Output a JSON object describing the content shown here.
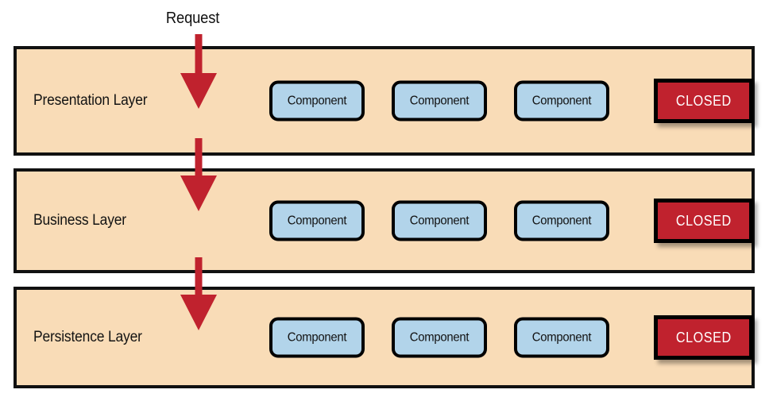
{
  "diagram": {
    "title_caption": "Request",
    "colors": {
      "layer_fill": "#f9dcb7",
      "layer_border": "#111111",
      "component_fill": "#b2d4ea",
      "component_border": "#000000",
      "closed_fill": "#c0222e",
      "closed_text": "#ffffff",
      "arrow": "#c0222e",
      "background": "#ffffff"
    },
    "layers": [
      {
        "label": "Presentation Layer",
        "components": [
          {
            "label": "Component"
          },
          {
            "label": "Component"
          },
          {
            "label": "Component"
          }
        ],
        "badge": "CLOSED"
      },
      {
        "label": "Business Layer",
        "components": [
          {
            "label": "Component"
          },
          {
            "label": "Component"
          },
          {
            "label": "Component"
          }
        ],
        "badge": "CLOSED"
      },
      {
        "label": "Persistence Layer",
        "components": [
          {
            "label": "Component"
          },
          {
            "label": "Component"
          },
          {
            "label": "Component"
          }
        ],
        "badge": "CLOSED"
      }
    ]
  }
}
